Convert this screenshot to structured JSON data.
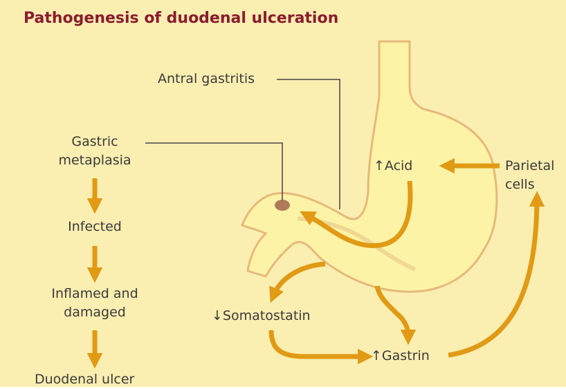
{
  "title": "Pathogenesis of duodenal ulceration",
  "labels": {
    "antral_gastritis": "Antral gastritis",
    "gastric_metaplasia_line1": "Gastric",
    "gastric_metaplasia_line2": "metaplasia",
    "infected": "Infected",
    "inflamed_line1": "Inflamed and",
    "inflamed_line2": "damaged",
    "duodenal_ulcer": "Duodenal ulcer",
    "acid": "↑Acid",
    "parietal_line1": "Parietal",
    "parietal_line2": "cells",
    "somatostatin": "↓Somatostatin",
    "gastrin": "↑Gastrin"
  },
  "colors": {
    "background": "#fbeeb1",
    "stomach_fill": "#fdf3a6",
    "stomach_outline": "#e6b97a",
    "arrow": "#e09a14",
    "title": "#8a1c2e",
    "ulcer_spot": "#b07a5a",
    "leader_line": "#444444"
  }
}
